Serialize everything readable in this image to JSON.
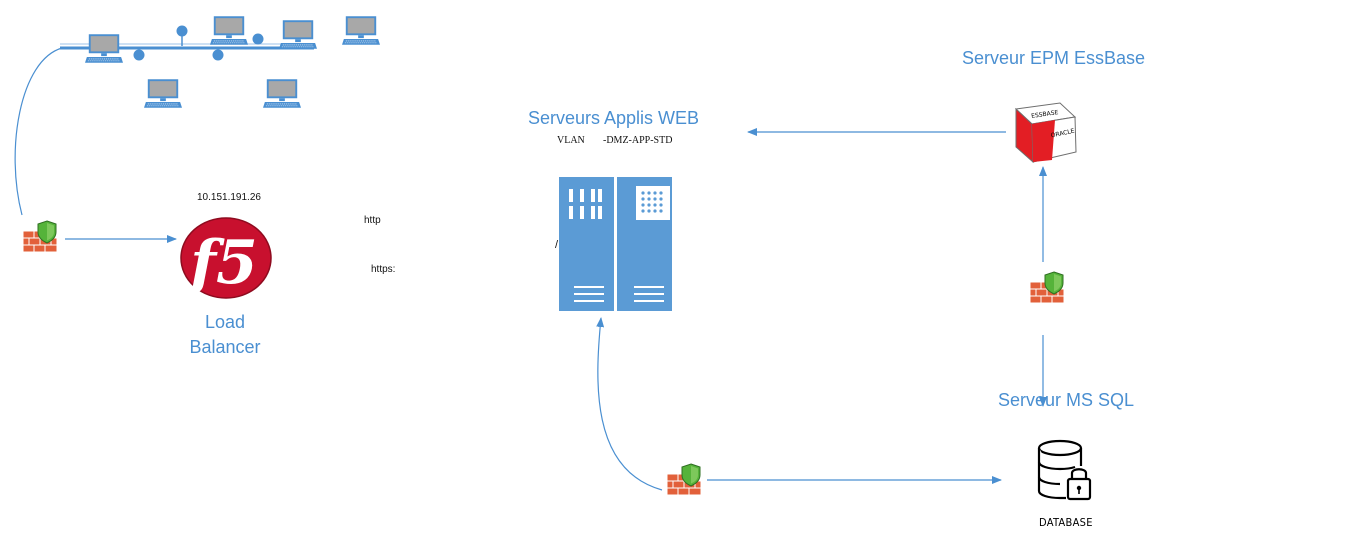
{
  "labels": {
    "lb_ip": "10.151.191.26",
    "http": "http",
    "https": "https:",
    "load_balancer_line1": "Load",
    "load_balancer_line2": "Balancer",
    "f5_logo": "f5",
    "web_servers_title": "Serveurs Applis WEB",
    "vlan_prefix": "VLAN",
    "vlan_name": "-DMZ-APP-STD",
    "slash": "/",
    "epm_title": "Serveur EPM EssBase",
    "essbase_logo_top": "ESSBASE",
    "essbase_logo_side": "ORACLE",
    "mssql_title": "Serveur MS SQL",
    "database_caption": "DATABASE"
  },
  "colors": {
    "accent_blue": "#4a8fd1",
    "server_blue": "#5b9bd5",
    "f5_red": "#c8102e",
    "essbase_red": "#e31e24",
    "firewall_brick": "#e2603a"
  },
  "icons": [
    "computer-icon",
    "network-bus-icon",
    "firewall-icon",
    "f5-load-balancer-icon",
    "server-rack-icon",
    "essbase-cube-icon",
    "database-lock-icon"
  ]
}
